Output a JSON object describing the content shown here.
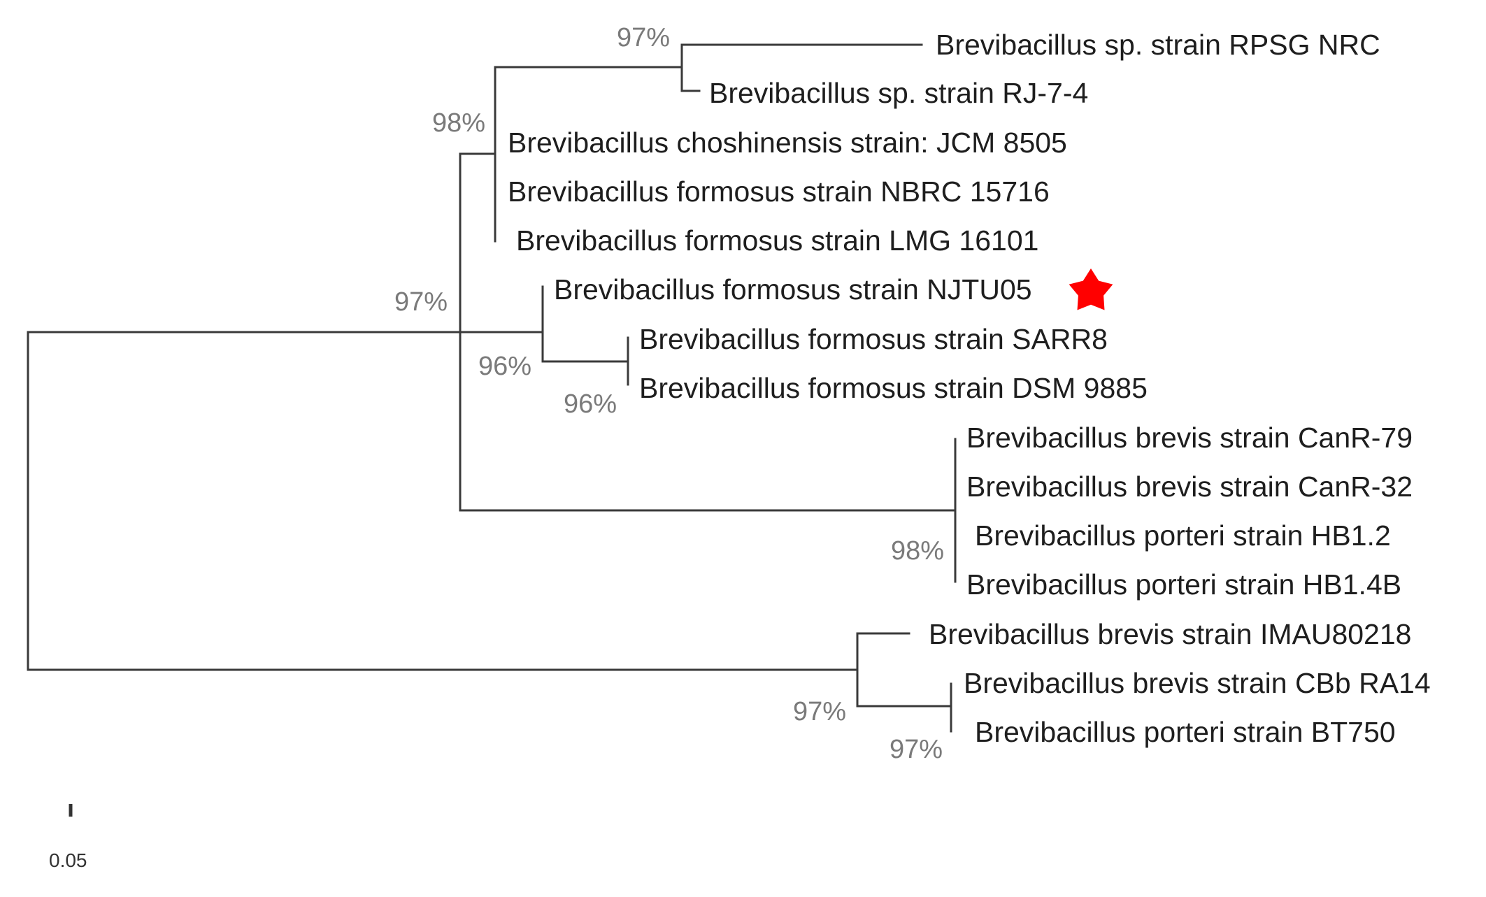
{
  "taxa": [
    "Brevibacillus sp. strain RPSG NRC",
    "Brevibacillus sp. strain  RJ-7-4",
    "Brevibacillus choshinensis  strain: JCM 8505",
    "Brevibacillus formosus strain  NBRC 15716",
    "Brevibacillus formosus strain  LMG 16101",
    "Brevibacillus formosus strain NJTU05",
    "Brevibacillus formosus strain  SARR8",
    "Brevibacillus formosus strain DSM 9885",
    "Brevibacillus brevis strain CanR-79",
    "Brevibacillus brevis strain  CanR-32",
    "Brevibacillus porteri strain HB1.2",
    "Brevibacillus porteri strain  HB1.4B",
    "Brevibacillus brevis strain  IMAU80218",
    "Brevibacillus brevis strain  CBb RA14",
    "Brevibacillus porteri strain  BT750"
  ],
  "highlight": {
    "taxon_index": 5,
    "marker_icon": "star-icon",
    "color": "#ff0000"
  },
  "support_values": {
    "rpsg_rj_clade": "97%",
    "choshinensis_formosus_clade": "98%",
    "main_ingroup": "97%",
    "njtu05_clade": "96%",
    "sarr8_dsm_clade": "96%",
    "brevis_porteri_clade": "98%",
    "outgroup_clade": "97%",
    "cbb_bt750_clade": "97%"
  },
  "scale_bar": {
    "label": "0.05"
  },
  "colors": {
    "branch": "#3a3a3a",
    "text": "#1e1e1e",
    "support": "#7a7a7a"
  }
}
